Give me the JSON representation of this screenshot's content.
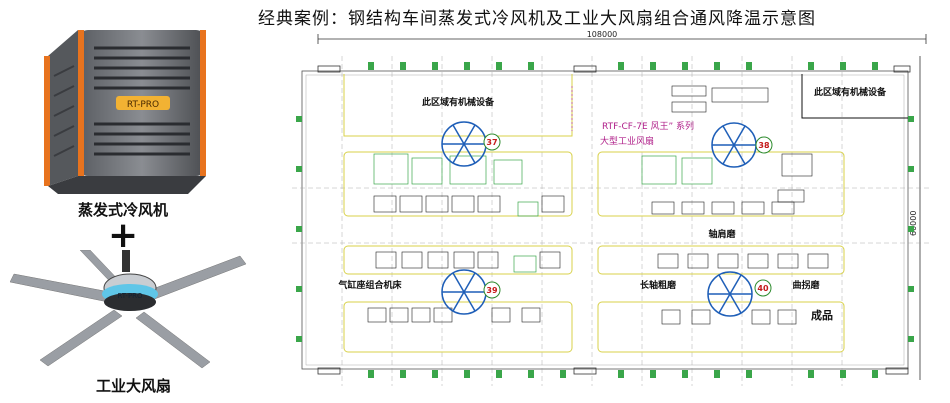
{
  "header": {
    "title": "经典案例：钢结构车间蒸发式冷风机及工业大风扇组合通风降温示意图"
  },
  "products": {
    "cooler_label": "蒸发式冷风机",
    "plus_sign": "+",
    "fan_label": "工业大风扇",
    "cooler_brand": "RT-PRO"
  },
  "layout": {
    "width_dim": "108000",
    "height_dim": "60000",
    "fan_model_line1": "RTF-CF-7E  风王” 系列",
    "fan_model_line2": "大型工业风扇",
    "zone_machinery_left": "此区域有机械设备",
    "zone_machinery_right": "此区域有机械设备",
    "zone_bearing": "轴肩磨",
    "zone_cylinder": "气缸座组合机床",
    "zone_long_shaft": "长轴粗磨",
    "zone_crank": "曲拐磨",
    "zone_product": "成品",
    "fan_numbers": [
      "37",
      "38",
      "39",
      "40"
    ]
  },
  "colors": {
    "fan_blue": "#1f5fb8",
    "zone_yellow": "#d8d14a",
    "number_green": "#2e8b2e",
    "equipment_green": "#3aa64a",
    "annotation_pink": "#b0208a",
    "cooler_orange": "#e8731e"
  }
}
